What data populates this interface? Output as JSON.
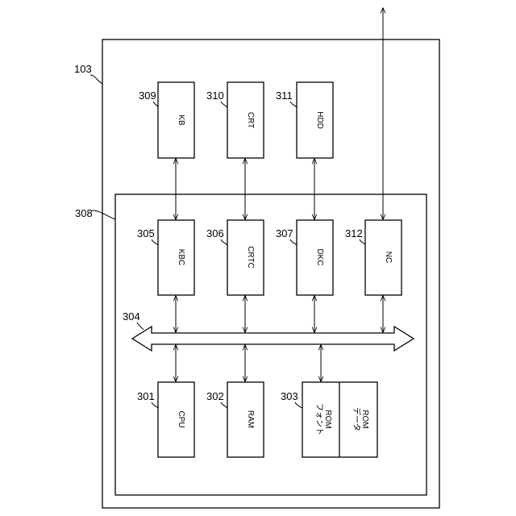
{
  "refs": {
    "r103": "103",
    "r308": "308",
    "r309": "309",
    "r310": "310",
    "r311": "311",
    "r305": "305",
    "r306": "306",
    "r307": "307",
    "r312": "312",
    "r304": "304",
    "r301": "301",
    "r302": "302",
    "r303": "303"
  },
  "blocks": {
    "kb": "KB",
    "crt": "CRT",
    "hdd": "HDD",
    "kbc": "KBC",
    "crtc": "CRTC",
    "dkc": "DKC",
    "nc": "NC",
    "cpu": "CPU",
    "ram": "RAM",
    "font_rom_line1": "フォント",
    "font_rom_line2": "ROM",
    "data_rom_line1": "データ",
    "data_rom_line2": "ROM"
  }
}
